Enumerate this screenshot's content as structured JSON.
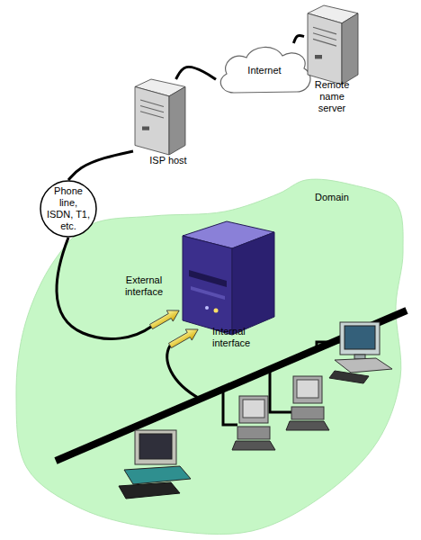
{
  "diagram": {
    "nodes": [
      {
        "text": [
          "Internet"
        ]
      },
      {
        "text": [
          "Remote name server"
        ]
      },
      {
        "text": [
          "ISP host"
        ]
      },
      {
        "text": [
          "Phone line, ISDN, T1, etc."
        ]
      },
      {
        "text": [
          "Domain"
        ]
      }
    ],
    "edges": [
      {
        "from": 2,
        "to": 0,
        "arrow": "none"
      },
      {
        "from": 0,
        "to": 1,
        "arrow": "none"
      },
      {
        "from": 2,
        "to": 3,
        "arrow": "none"
      }
    ],
    "labels": [
      "External interface",
      "Internal interface"
    ]
  }
}
